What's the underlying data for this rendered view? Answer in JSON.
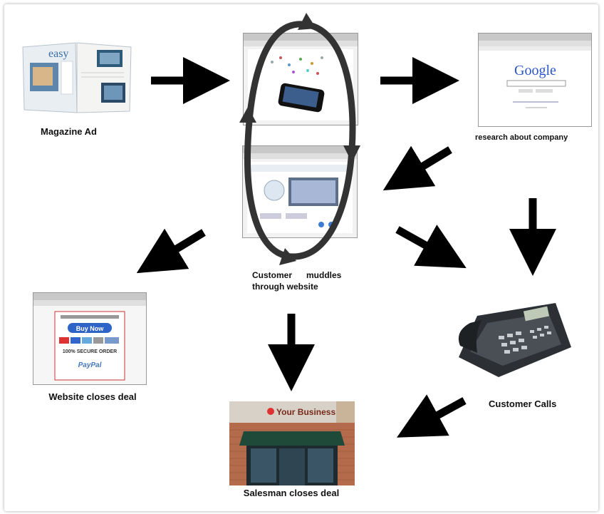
{
  "nodes": {
    "magazine_ad": "Magazine Ad",
    "research": "research about company",
    "customer_muddles": "Customer      muddles through website",
    "website_closes": "Website    closes deal",
    "customer_calls": "Customer Calls",
    "salesman_closes": "Salesman  closes deal"
  },
  "thumbnails": {
    "magazine_brand": "easy",
    "google_logo": "Google",
    "store_sign": "Your Business",
    "checkout_button": "Buy Now",
    "checkout_badge": "100% SECURE ORDER",
    "checkout_paypal": "PayPal"
  }
}
